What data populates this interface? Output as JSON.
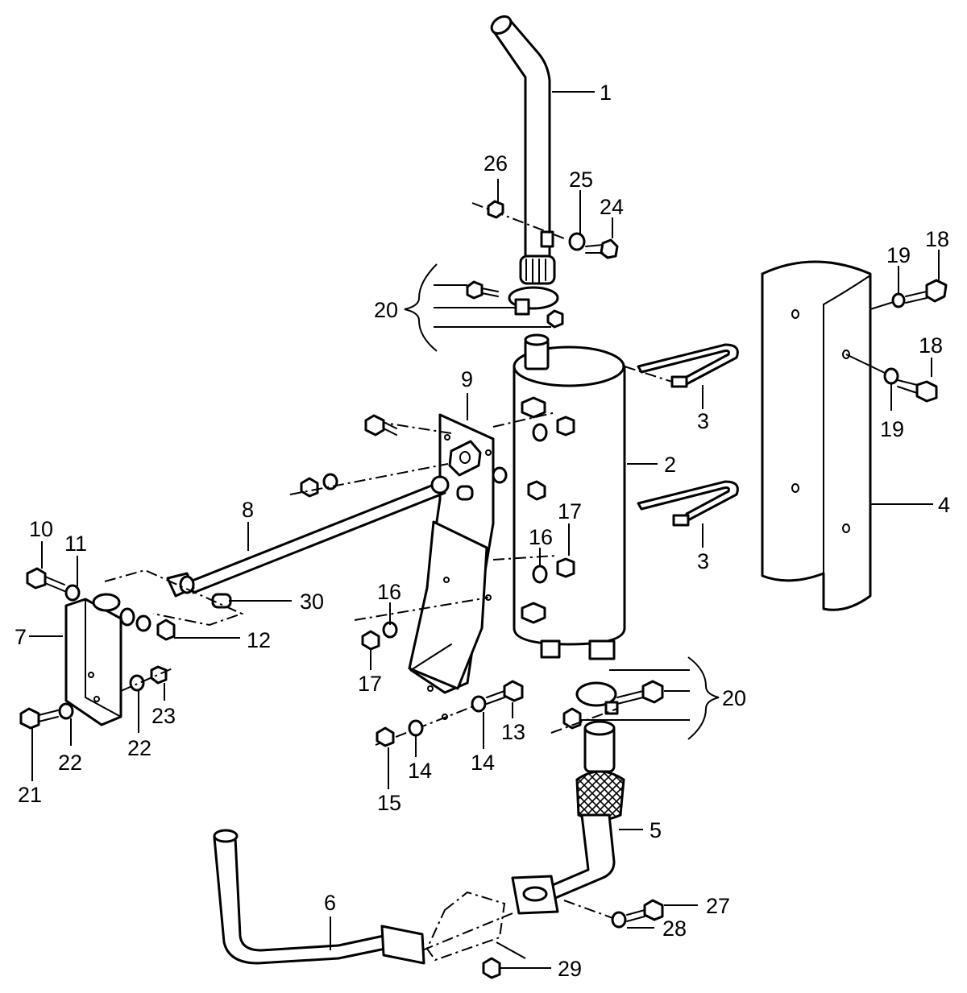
{
  "diagram": {
    "labels": {
      "p1": "1",
      "p2": "2",
      "p3a": "3",
      "p3b": "3",
      "p4": "4",
      "p5": "5",
      "p6": "6",
      "p7": "7",
      "p8": "8",
      "p9": "9",
      "p10": "10",
      "p11": "11",
      "p12": "12",
      "p13": "13",
      "p14a": "14",
      "p14b": "14",
      "p15": "15",
      "p16a": "16",
      "p16b": "16",
      "p17a": "17",
      "p17b": "17",
      "p18a": "18",
      "p18b": "18",
      "p19a": "19",
      "p19b": "19",
      "p20a": "20",
      "p20b": "20",
      "p21": "21",
      "p22a": "22",
      "p22b": "22",
      "p23": "23",
      "p24": "24",
      "p25": "25",
      "p26": "26",
      "p27": "27",
      "p28": "28",
      "p29": "29",
      "p30": "30"
    }
  }
}
